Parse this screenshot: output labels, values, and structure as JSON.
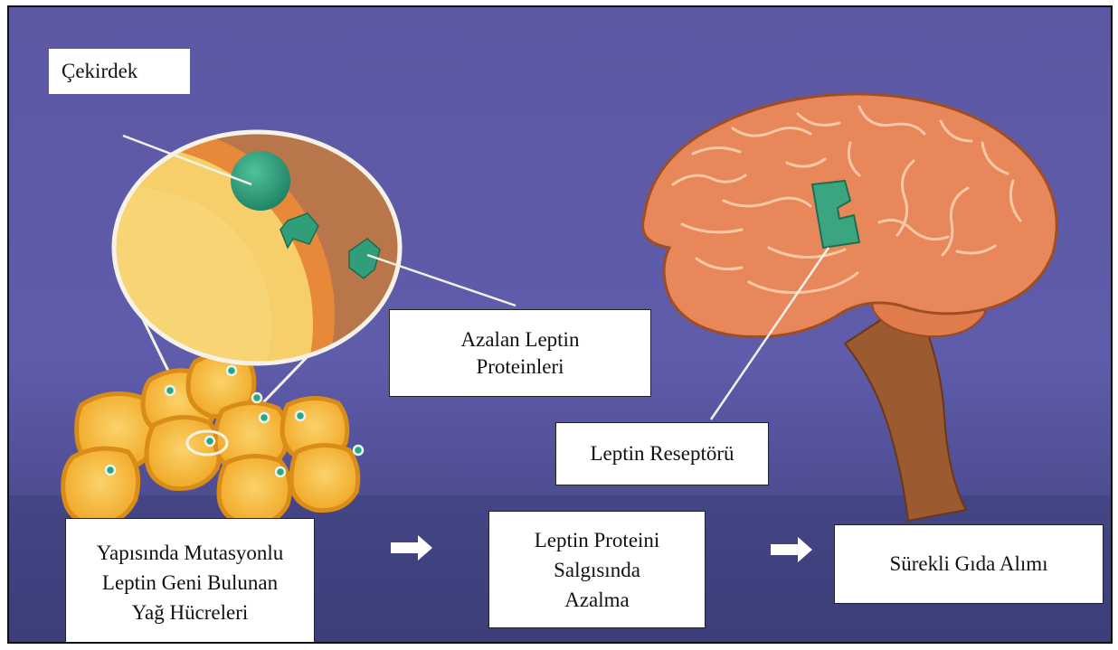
{
  "labels": {
    "nucleus": "Çekirdek",
    "decreasing_leptin_line1": "Azalan Leptin",
    "decreasing_leptin_line2": "Proteinleri",
    "leptin_receptor": "Leptin Reseptörü",
    "fat_cells_line1": "Yapısında Mutasyonlu",
    "fat_cells_line2": "Leptin Geni Bulunan",
    "fat_cells_line3": "Yağ Hücreleri",
    "secretion_line1": "Leptin Proteini",
    "secretion_line2": "Salgısında",
    "secretion_line3": "Azalma",
    "food_intake": "Sürekli Gıda Alımı"
  },
  "colors": {
    "background_top": "#5e5aa8",
    "background_bottom": "#3a3d7a",
    "brain": "#e8885a",
    "brain_fold": "#f4b08c",
    "brainstem": "#9c5a30",
    "fat_cell_border": "#e09a1c",
    "fat_cell_inner": "#f7c64a",
    "nucleus": "#2a9c7a",
    "receptor": "#3aa57f",
    "arrow": "#ffffff"
  },
  "icons": [
    "nucleus-icon",
    "leptin-protein-icon",
    "leptin-receptor-icon",
    "brain-illustration",
    "fat-cells-illustration",
    "right-arrow-icon"
  ]
}
